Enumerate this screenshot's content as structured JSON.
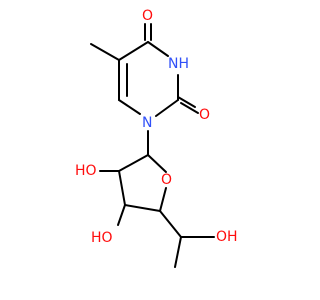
{
  "molecule": {
    "colors": {
      "bond": "#000000",
      "oxygen": "#ff0d0d",
      "nitrogen": "#3050f8"
    },
    "atoms": {
      "o_c4": "O",
      "n3": "NH",
      "o_c2": "O",
      "n1": "N",
      "o_ring": "O",
      "oh_2prime": "HO",
      "oh_3prime": "HO",
      "oh_side": "OH"
    }
  }
}
